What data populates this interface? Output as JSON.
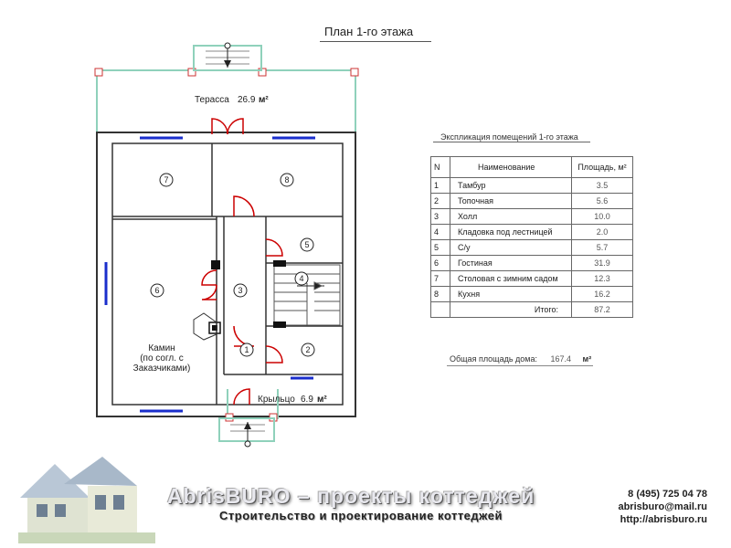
{
  "page_title": "План 1-го этажа",
  "plan": {
    "terrace": {
      "name": "Терасса",
      "area": "26.9",
      "unit": "м²"
    },
    "porch": {
      "name": "Крыльцо",
      "area": "6.9",
      "unit": "м²"
    },
    "fireplace_label": [
      "Камин",
      "(по согл. с",
      "Заказчиками)"
    ],
    "room_numbers": [
      "1",
      "2",
      "3",
      "4",
      "5",
      "6",
      "7",
      "8"
    ]
  },
  "explication": {
    "title": "Экспликация помещений 1-го этажа",
    "headers": {
      "n": "N",
      "name": "Наименование",
      "area": "Площадь, м²"
    },
    "rows": [
      {
        "n": "1",
        "name": "Тамбур",
        "area": "3.5"
      },
      {
        "n": "2",
        "name": "Топочная",
        "area": "5.6"
      },
      {
        "n": "3",
        "name": "Холл",
        "area": "10.0"
      },
      {
        "n": "4",
        "name": "Кладовка под лестницей",
        "area": "2.0"
      },
      {
        "n": "5",
        "name": "С/у",
        "area": "5.7"
      },
      {
        "n": "6",
        "name": "Гостиная",
        "area": "31.9"
      },
      {
        "n": "7",
        "name": "Столовая с зимним садом",
        "area": "12.3"
      },
      {
        "n": "8",
        "name": "Кухня",
        "area": "16.2"
      }
    ],
    "total_label": "Итого:",
    "total_value": "87.2"
  },
  "house_total": {
    "label": "Общая площадь дома:",
    "value": "167.4",
    "unit": "м²"
  },
  "footer": {
    "brand": "AbrisBURO – проекты коттеджей",
    "tagline": "Строительство и проектирование коттеджей",
    "phone": "8 (495) 725 04 78",
    "email": "abrisburo@mail.ru",
    "site": "http://abrisburo.ru"
  }
}
